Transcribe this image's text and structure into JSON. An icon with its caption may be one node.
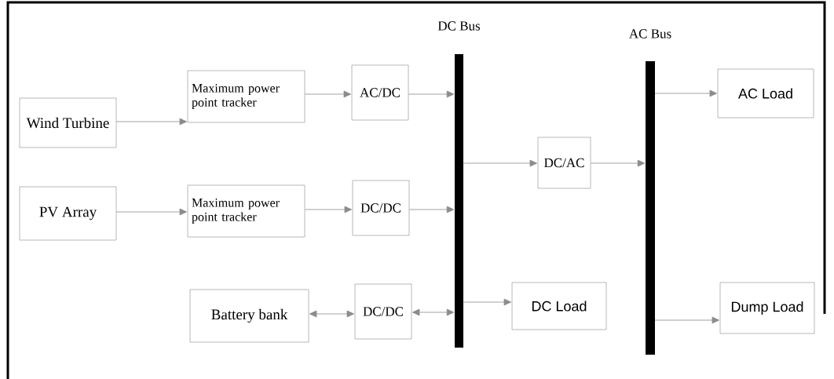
{
  "diagram": {
    "nodes": [
      {
        "text": [
          "Wind Turbine"
        ]
      },
      {
        "text": [
          "Maximum power point tracker"
        ]
      },
      {
        "text": [
          "AC/DC"
        ]
      },
      {
        "text": [
          "PV Array"
        ]
      },
      {
        "text": [
          "Maximum power point tracker"
        ]
      },
      {
        "text": [
          "DC/DC"
        ]
      },
      {
        "text": [
          "Battery bank"
        ]
      },
      {
        "text": [
          "DC/DC"
        ]
      },
      {
        "text": [
          "DC Bus"
        ]
      },
      {
        "text": [
          "AC Bus"
        ]
      },
      {
        "text": [
          "DC/AC"
        ]
      },
      {
        "text": [
          "DC Load"
        ]
      },
      {
        "text": [
          "AC Load"
        ]
      },
      {
        "text": [
          "Dump Load"
        ]
      }
    ],
    "edges": [
      {
        "from": 0,
        "to": 1,
        "arrow": "to"
      },
      {
        "from": 1,
        "to": 2,
        "arrow": "to"
      },
      {
        "from": 2,
        "to": 8,
        "arrow": "to"
      },
      {
        "from": 3,
        "to": 4,
        "arrow": "to"
      },
      {
        "from": 4,
        "to": 5,
        "arrow": "to"
      },
      {
        "from": 5,
        "to": 8,
        "arrow": "to"
      },
      {
        "from": 6,
        "to": 7,
        "arrow": "both"
      },
      {
        "from": 7,
        "to": 8,
        "arrow": "both"
      },
      {
        "from": 8,
        "to": 10,
        "arrow": "to"
      },
      {
        "from": 10,
        "to": 9,
        "arrow": "to"
      },
      {
        "from": 8,
        "to": 11,
        "arrow": "to"
      },
      {
        "from": 9,
        "to": 12,
        "arrow": "to"
      },
      {
        "from": 9,
        "to": 13,
        "arrow": "to"
      }
    ]
  }
}
